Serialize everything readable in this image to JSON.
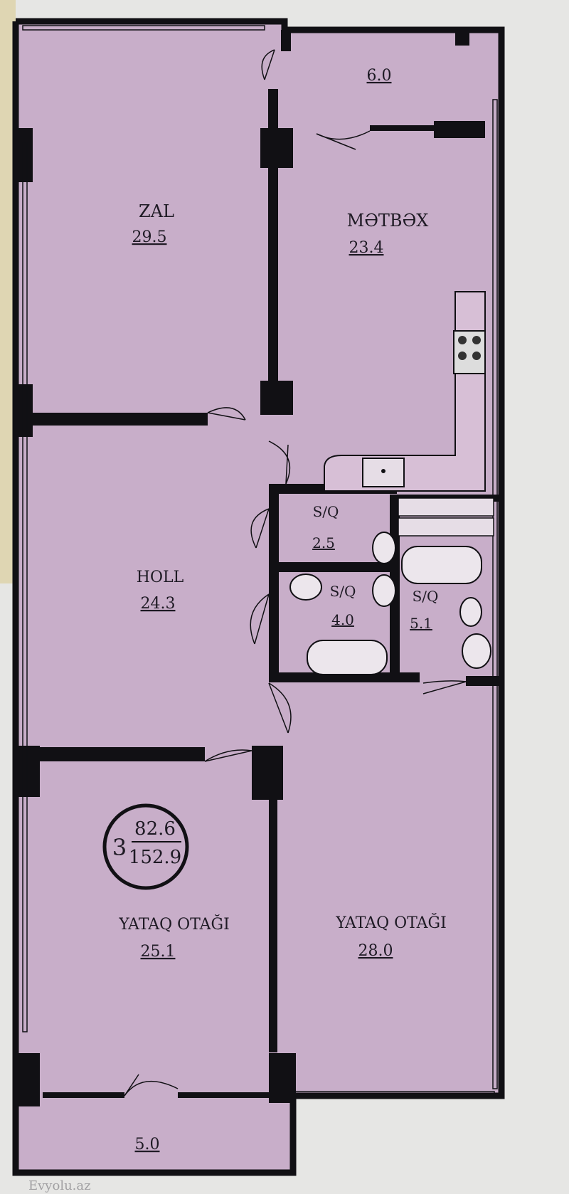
{
  "rooms": [
    {
      "id": "balcony_top",
      "name": "",
      "area": "6.0"
    },
    {
      "id": "zal",
      "name": "ZAL",
      "area": "29.5"
    },
    {
      "id": "metbex",
      "name": "MƏTBƏX",
      "area": "23.4"
    },
    {
      "id": "sq_small",
      "name": "S/Q",
      "area": "2.5"
    },
    {
      "id": "holl",
      "name": "HOLL",
      "area": "24.3"
    },
    {
      "id": "sq_mid",
      "name": "S/Q",
      "area": "4.0"
    },
    {
      "id": "sq_right",
      "name": "S/Q",
      "area": "5.1"
    },
    {
      "id": "bed_left",
      "name": "YATAQ OTAĞI",
      "area": "25.1"
    },
    {
      "id": "bed_right",
      "name": "YATAQ OTAĞI",
      "area": "28.0"
    },
    {
      "id": "balcony_bottom",
      "name": "",
      "area": "5.0"
    }
  ],
  "summary": {
    "rooms": "3",
    "living_area": "82.6",
    "total_area": "152.9"
  },
  "watermark": "Evyolu.az",
  "colors": {
    "floor": "#c8aec9",
    "wall": "#111014",
    "text": "#1e1a24",
    "paper": "#e6e6e4"
  }
}
